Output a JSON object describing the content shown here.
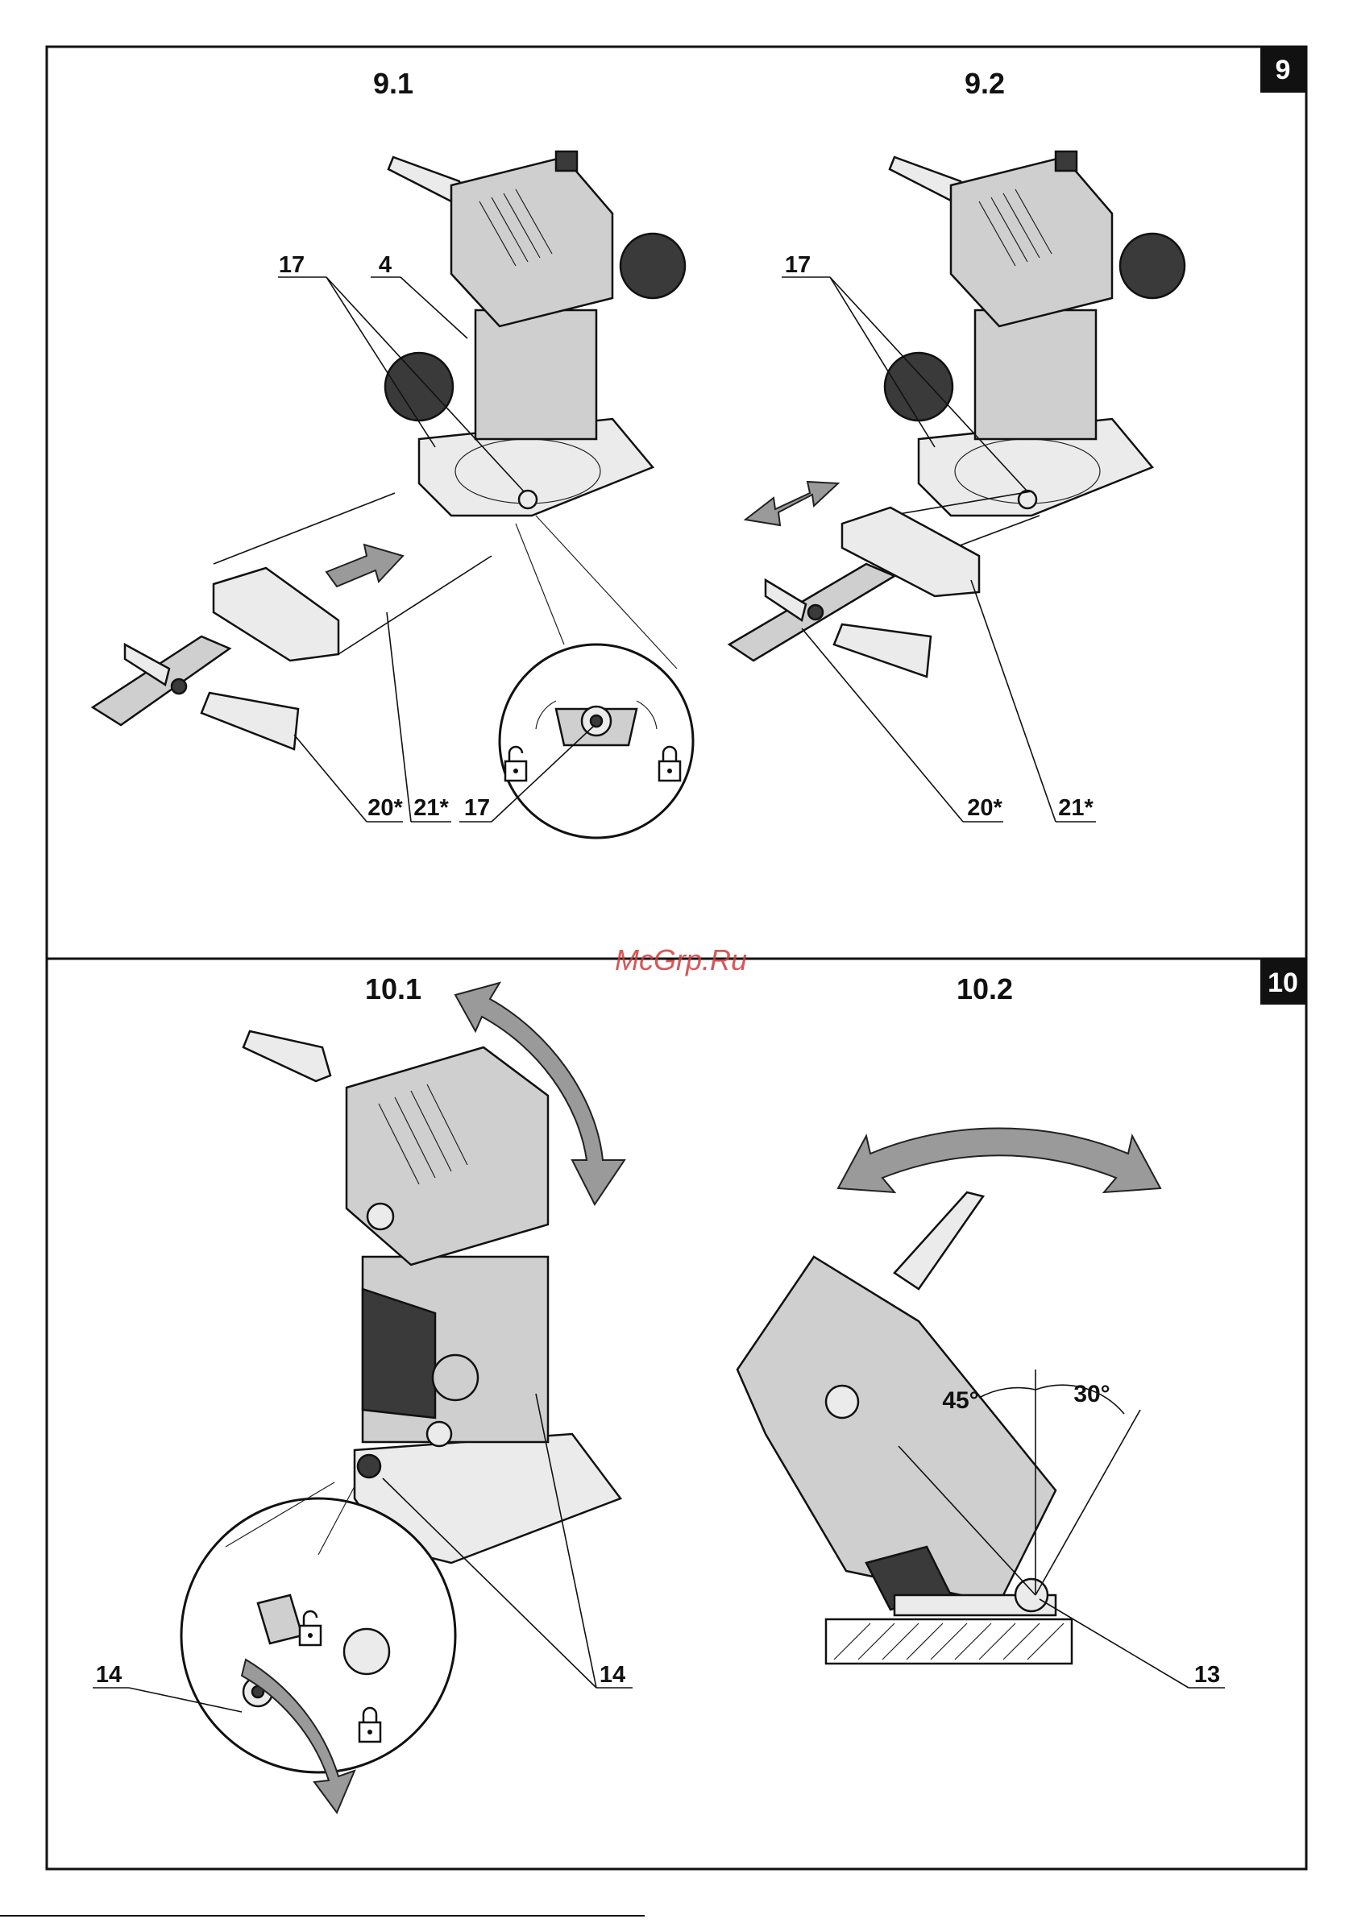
{
  "sections": [
    {
      "badge": "9",
      "panels": [
        {
          "title": "9.1",
          "callouts": [
            "17",
            "4",
            "20*",
            "21*",
            "17"
          ]
        },
        {
          "title": "9.2",
          "callouts": [
            "17",
            "20*",
            "21*"
          ]
        }
      ]
    },
    {
      "badge": "10",
      "panels": [
        {
          "title": "10.1",
          "callouts": [
            "14",
            "14"
          ]
        },
        {
          "title": "10.2",
          "callouts": [
            "13"
          ],
          "angles": [
            "45°",
            "30°"
          ]
        }
      ]
    }
  ],
  "watermark": "McGrp.Ru"
}
